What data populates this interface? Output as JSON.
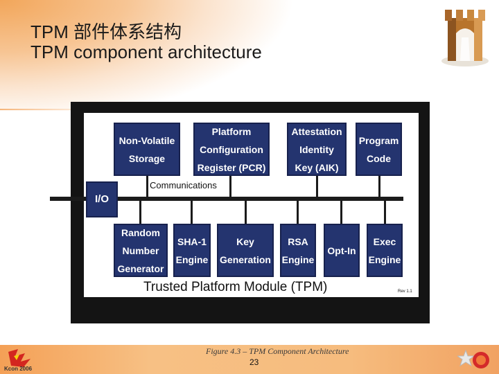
{
  "slide": {
    "title_cn": "TPM 部件体系结构",
    "title_en": "TPM component architecture",
    "page_number": "23",
    "figure_caption": "Figure 4.3 – TPM Component Architecture",
    "footer_logo_text": "Kcon 2006"
  },
  "diagram": {
    "title": "Trusted Platform Module (TPM)",
    "revision": "Rev 1.1",
    "bus_label": "Communications",
    "io_label": "I/O",
    "top_components": [
      "Non-Volatile\nStorage",
      "Platform\nConfiguration\nRegister (PCR)",
      "Attestation\nIdentity\nKey (AIK)",
      "Program\nCode"
    ],
    "bottom_components": [
      "Random\nNumber\nGenerator",
      "SHA-1\nEngine",
      "Key\nGeneration",
      "RSA\nEngine",
      "Opt-In",
      "Exec\nEngine"
    ],
    "colors": {
      "box_fill": "#24346f",
      "panel_frame": "#141414"
    }
  }
}
